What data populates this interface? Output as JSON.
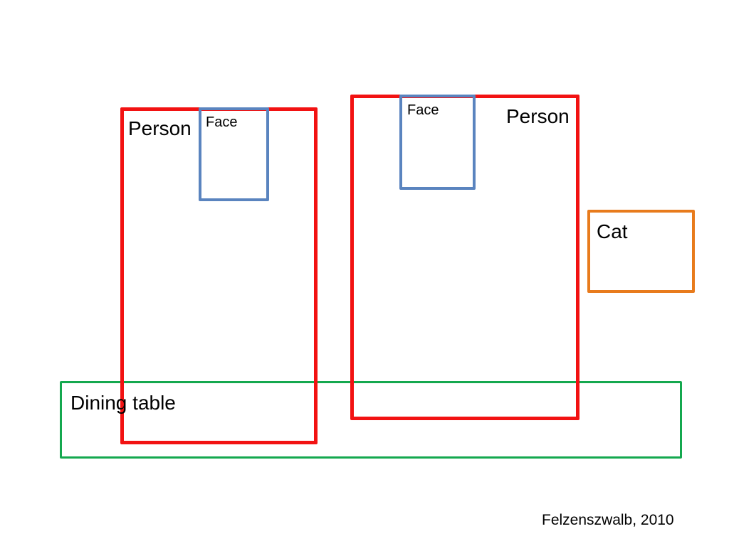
{
  "diagram": {
    "boxes": [
      {
        "id": "person-left",
        "label": "Person",
        "color": "#f21212"
      },
      {
        "id": "face-left",
        "label": "Face",
        "color": "#5a84bf"
      },
      {
        "id": "person-right",
        "label": "Person",
        "color": "#f21212"
      },
      {
        "id": "face-right",
        "label": "Face",
        "color": "#5a84bf"
      },
      {
        "id": "cat",
        "label": "Cat",
        "color": "#e87b1c"
      },
      {
        "id": "dining-table",
        "label": "Dining table",
        "color": "#14a84f"
      }
    ]
  },
  "footer": {
    "credit": "Felzenszwalb, 2010"
  }
}
